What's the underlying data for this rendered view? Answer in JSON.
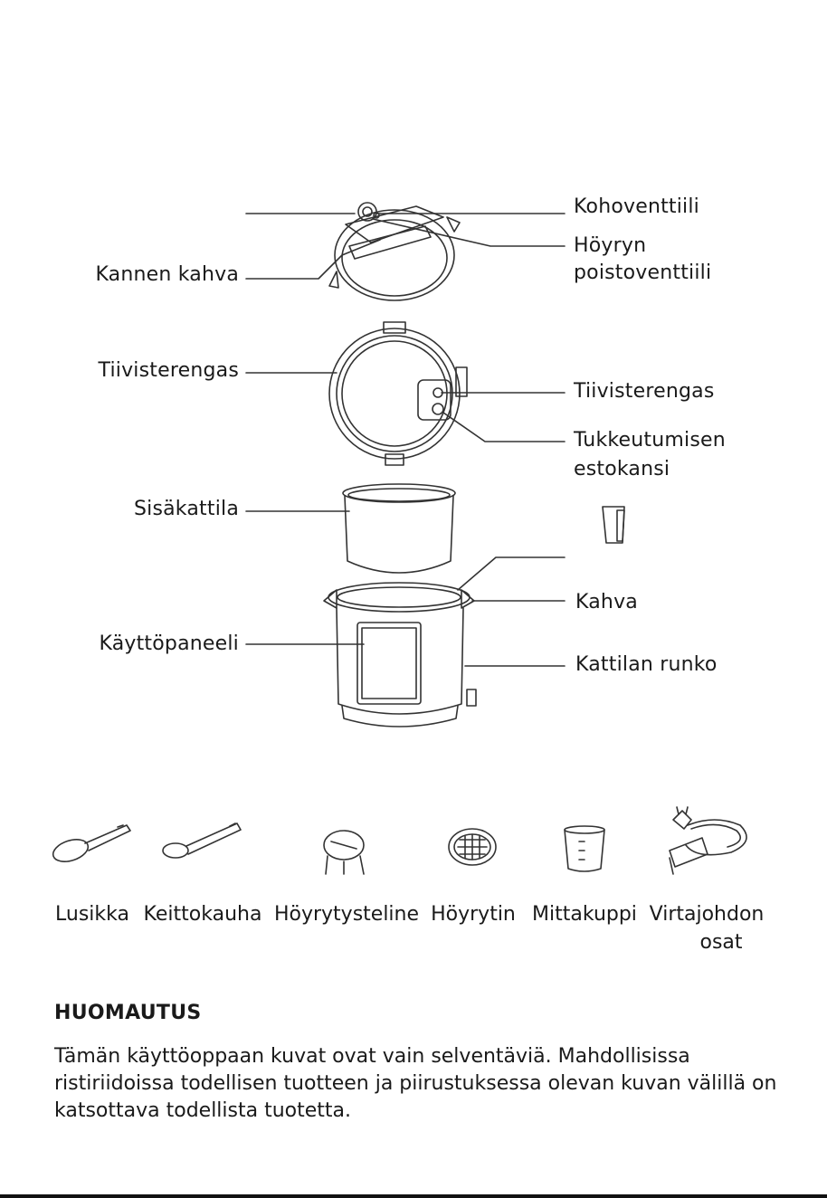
{
  "diagram": {
    "labels_left": {
      "lid_handle": "Kannen kahva",
      "sealing_ring": "Tiivisterengas",
      "inner_pot": "Sisäkattila",
      "control_panel": "Käyttöpaneeli"
    },
    "labels_right": {
      "float_valve": "Kohoventtiili",
      "steam_release_1": "Höyryn",
      "steam_release_2": "poistoventtiili",
      "sealing_ring": "Tiivisterengas",
      "anti_block_1": "Tukkeutumisen",
      "anti_block_2": "estokansi",
      "handle": "Kahva",
      "cooker_base": "Kattilan runko"
    }
  },
  "accessories": [
    {
      "label": "Lusikka"
    },
    {
      "label": "Keittokauha"
    },
    {
      "label": "Höyrytysteline"
    },
    {
      "label": "Höyrytin"
    },
    {
      "label": "Mittakuppi"
    },
    {
      "label": "Virtajohdon",
      "label2": "osat"
    }
  ],
  "note": {
    "title": "HUOMAUTUS",
    "text": "Tämän käyttöoppaan kuvat ovat vain selventäviä. Mahdollisissa ristiriidoissa todellisen tuotteen ja piirustuksessa olevan kuvan välillä on katsottava todellista tuotetta."
  }
}
